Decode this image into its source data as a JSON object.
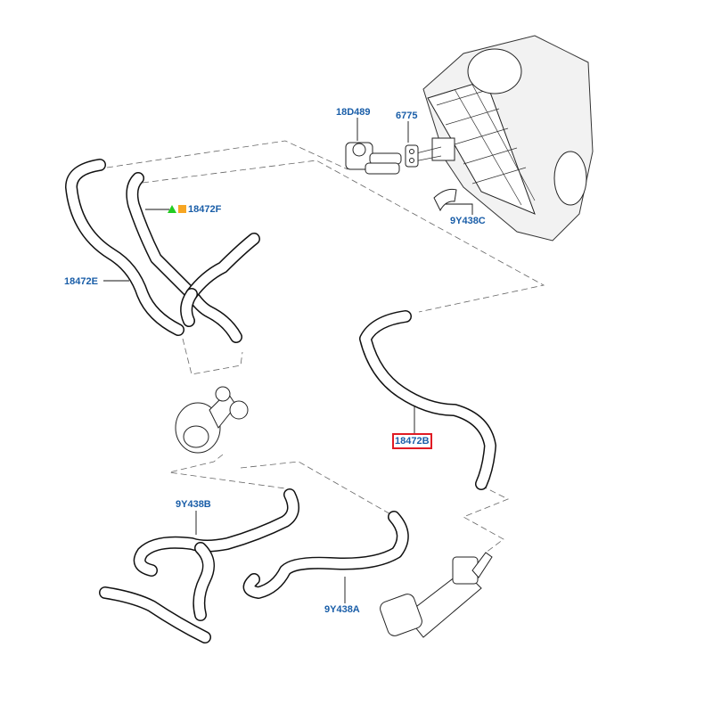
{
  "diagram": {
    "title": "Heater hoses exploded view",
    "highlight_color": "#e01b24",
    "label_color": "#1a5ea8",
    "labels": [
      {
        "id": "18D489",
        "text": "18D489"
      },
      {
        "id": "6775",
        "text": "6775"
      },
      {
        "id": "9Y438C",
        "text": "9Y438C"
      },
      {
        "id": "18472F",
        "text": "18472F",
        "markers": [
          "green-triangle",
          "orange-square"
        ]
      },
      {
        "id": "18472E",
        "text": "18472E"
      },
      {
        "id": "18472B",
        "text": "18472B",
        "highlighted": true
      },
      {
        "id": "9Y438B",
        "text": "9Y438B"
      },
      {
        "id": "9Y438A",
        "text": "9Y438A"
      }
    ],
    "components": [
      "heater-core-housing",
      "water-valve",
      "gasket",
      "thermostat-housing",
      "egr-cooler"
    ]
  }
}
